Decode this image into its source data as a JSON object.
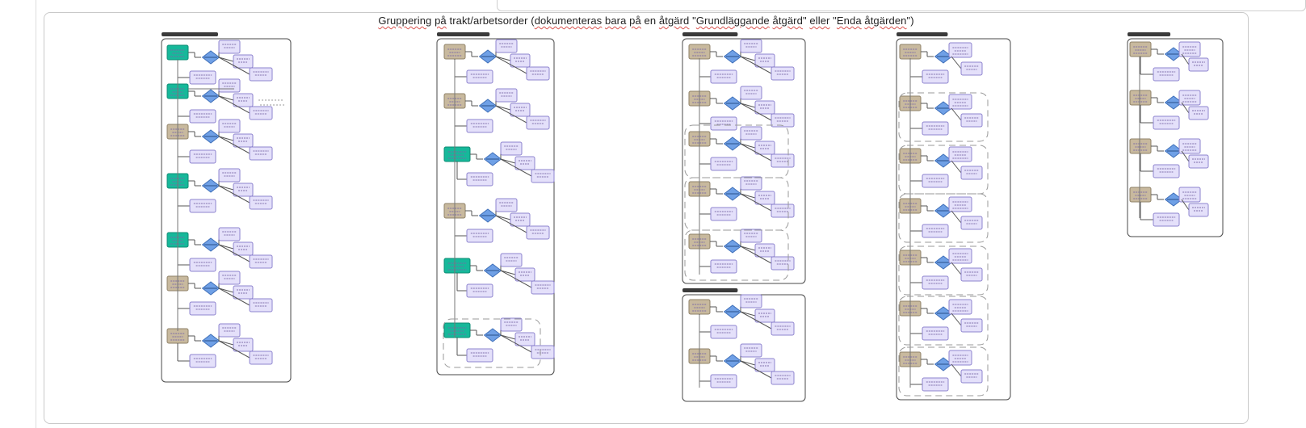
{
  "diagram": {
    "title_parts": [
      {
        "text": "Gruppering",
        "underline": true
      },
      {
        "text": " ",
        "underline": false
      },
      {
        "text": "på",
        "underline": true
      },
      {
        "text": " trakt/arbetsorder (",
        "underline": false
      },
      {
        "text": "dokumenteras",
        "underline": true
      },
      {
        "text": " ",
        "underline": false
      },
      {
        "text": "bara",
        "underline": true
      },
      {
        "text": " ",
        "underline": false
      },
      {
        "text": "på",
        "underline": true
      },
      {
        "text": " en ",
        "underline": false
      },
      {
        "text": "åtgärd",
        "underline": true
      },
      {
        "text": " \"",
        "underline": false
      },
      {
        "text": "Grundläggande",
        "underline": true
      },
      {
        "text": " ",
        "underline": false
      },
      {
        "text": "åtgärd",
        "underline": true
      },
      {
        "text": "\" ",
        "underline": false
      },
      {
        "text": "eller",
        "underline": true
      },
      {
        "text": " \"",
        "underline": false
      },
      {
        "text": "Enda",
        "underline": true
      },
      {
        "text": " ",
        "underline": false
      },
      {
        "text": "åtgärden",
        "underline": true
      },
      {
        "text": "\")",
        "underline": false
      }
    ],
    "colors": {
      "teal_node": "#16b89a",
      "tan_node": "#c8b99e",
      "decision": "#6fa0e6",
      "lavender": "#e4e0fa",
      "edge": "#555555",
      "dashed_group": "#9a9a9a"
    }
  }
}
